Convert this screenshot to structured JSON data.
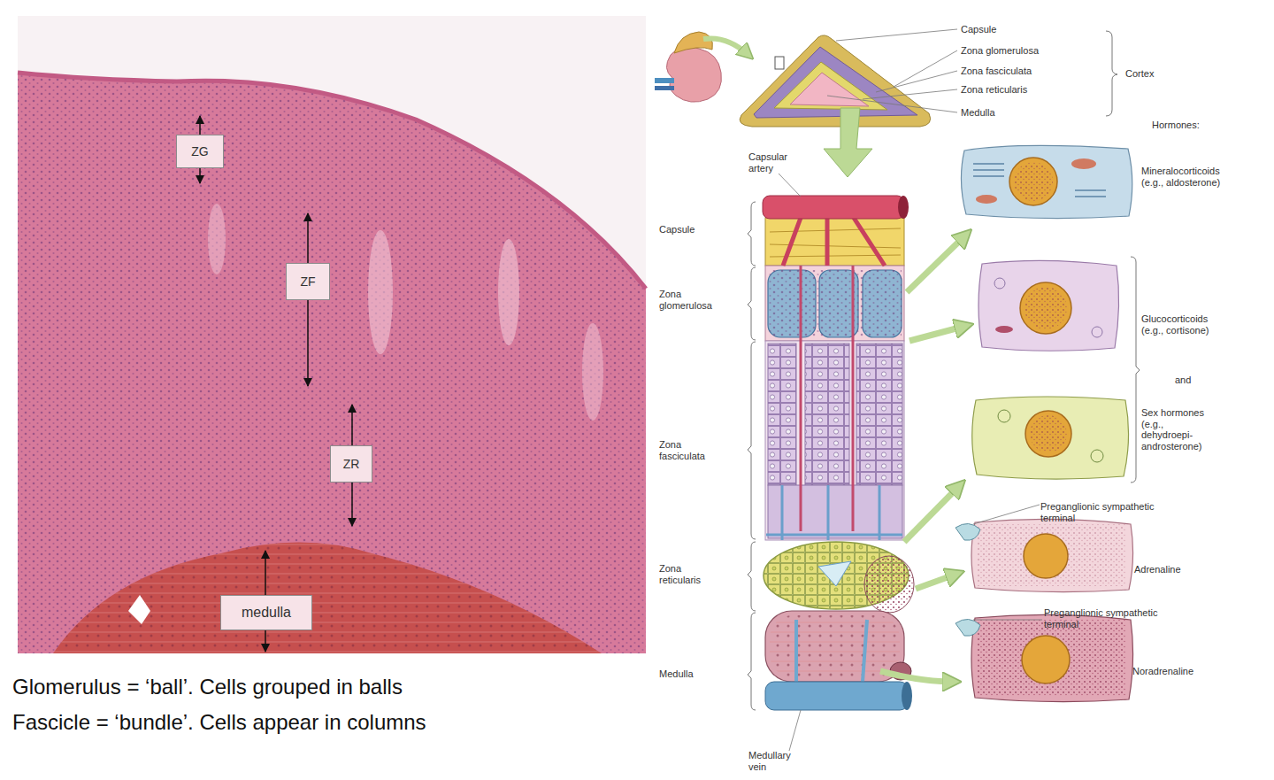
{
  "diagram": {
    "nodes": [
      {
        "text": [
          "ZG"
        ]
      },
      {
        "text": [
          "ZF"
        ]
      },
      {
        "text": [
          "ZR"
        ]
      },
      {
        "text": [
          "medulla"
        ]
      }
    ],
    "labels": [
      "Glomerulus = ‘ball’. Cells grouped in balls",
      "Fascicle = ‘bundle’. Cells appear in columns",
      "Capsule",
      "Zona glomerulosa",
      "Zona fasciculata",
      "Zona reticularis",
      "Medulla",
      "Cortex",
      "Hormones:",
      "Capsular artery",
      "Capsule",
      "Zona glomerulosa",
      "Zona fasciculata",
      "Zona reticularis",
      "Medulla",
      "Medullary vein",
      "Mineralocorticoids (e.g., aldosterone)",
      "Glucocorticoids (e.g., cortisone)",
      "and",
      "Sex hormones (e.g., dehydroepi- androsterone)",
      "Preganglionic sympathetic terminal",
      "Adrenaline",
      "Preganglionic sympathetic terminal",
      "Noradrenaline"
    ]
  }
}
